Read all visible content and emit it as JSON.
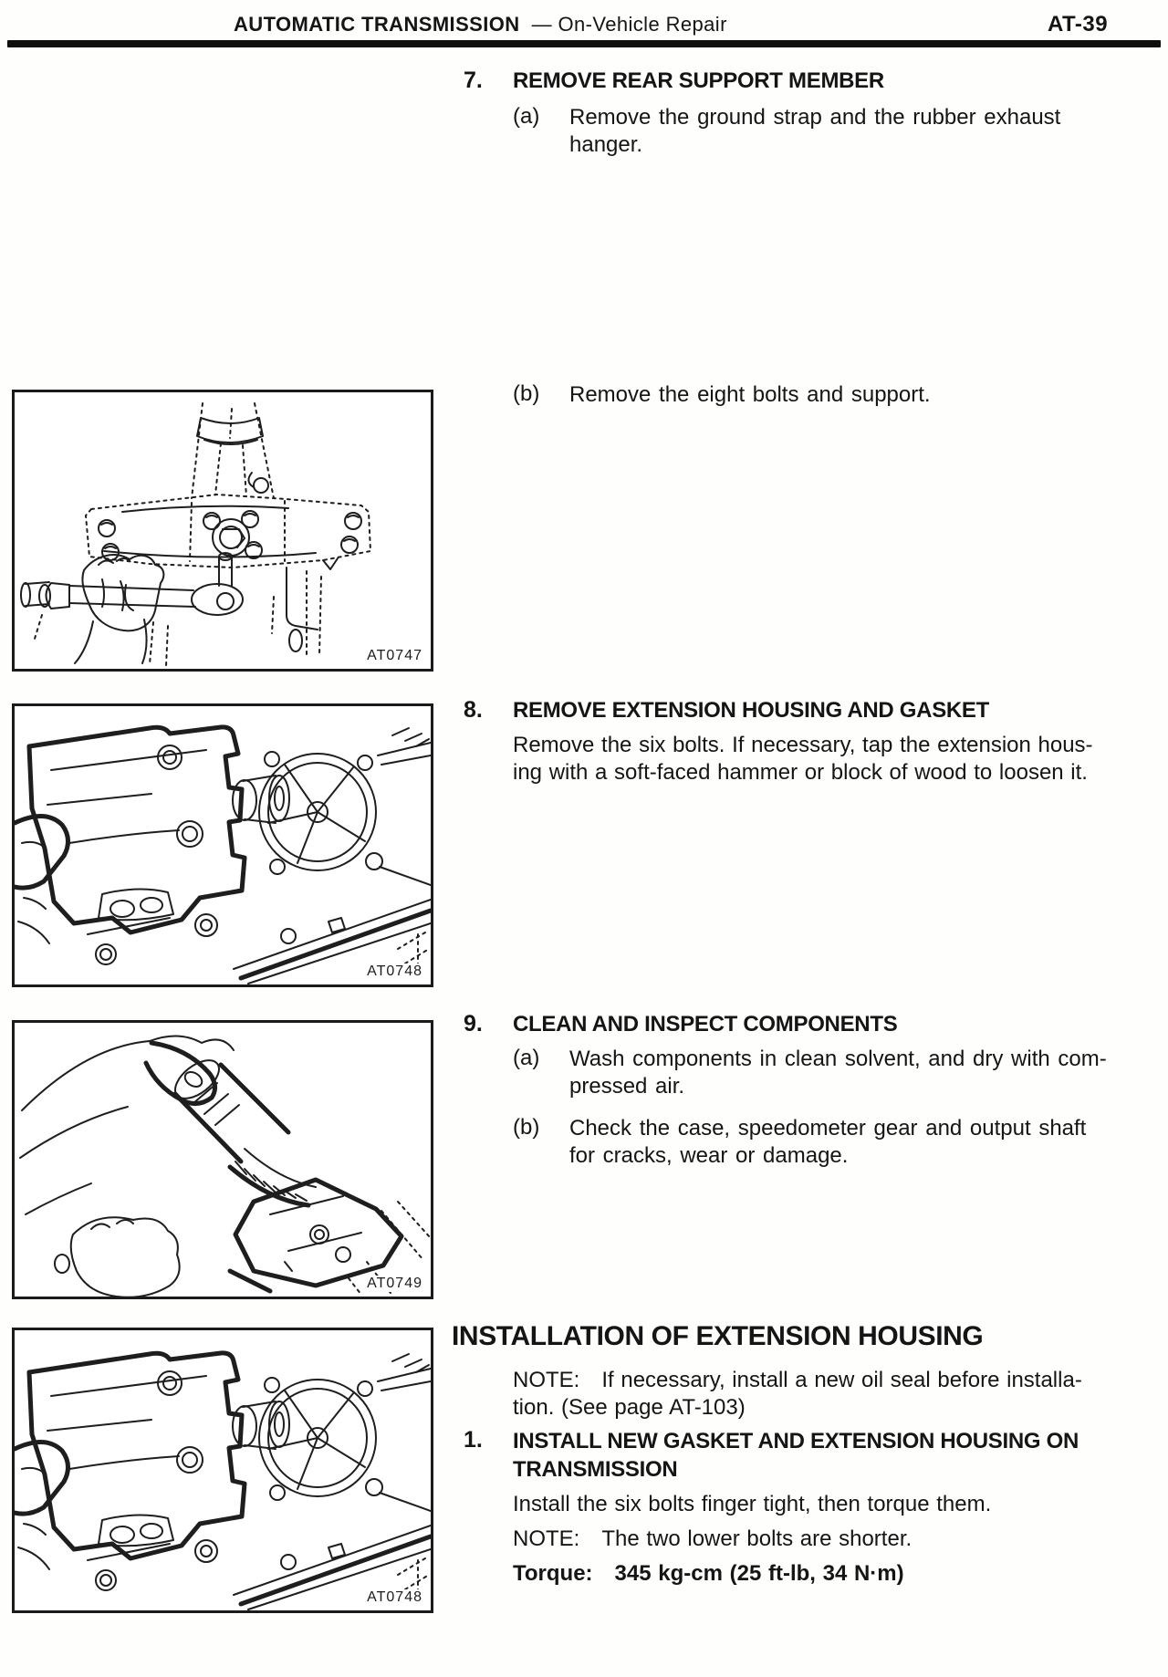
{
  "header": {
    "title_main": "AUTOMATIC TRANSMISSION",
    "title_rest": "— On-Vehicle Repair",
    "page_number": "AT-39"
  },
  "removal": {
    "step7": {
      "num": "7.",
      "heading": "REMOVE REAR SUPPORT MEMBER",
      "a_label": "(a)",
      "a_text": "Remove the ground strap and the rubber exhaust\nhanger.",
      "b_label": "(b)",
      "b_text": "Remove the eight bolts and support."
    },
    "step8": {
      "num": "8.",
      "heading": "REMOVE EXTENSION HOUSING AND GASKET",
      "body": "Remove the six bolts. If necessary, tap the extension hous-\ning with a soft-faced hammer or block of wood to loosen it."
    },
    "step9": {
      "num": "9.",
      "heading": "CLEAN AND INSPECT COMPONENTS",
      "a_label": "(a)",
      "a_text": "Wash components in clean solvent, and dry with com-\npressed air.",
      "b_label": "(b)",
      "b_text": "Check the case, speedometer gear and output shaft\nfor cracks, wear or damage."
    }
  },
  "installation": {
    "heading": "INSTALLATION OF EXTENSION HOUSING",
    "note": "NOTE: If necessary, install a new oil seal before installa-\ntion. (See page AT-103)",
    "step1": {
      "num": "1.",
      "heading": "INSTALL NEW GASKET AND EXTENSION HOUSING ON\nTRANSMISSION",
      "body": "Install the six bolts finger tight, then torque them.",
      "note": "NOTE: The two lower bolts are shorter.",
      "torque": "Torque: 345 kg-cm (25 ft-lb, 34 N·m)"
    }
  },
  "figures": [
    {
      "label": "AT0747"
    },
    {
      "label": "AT0748"
    },
    {
      "label": "AT0749"
    },
    {
      "label": "AT0748"
    }
  ]
}
